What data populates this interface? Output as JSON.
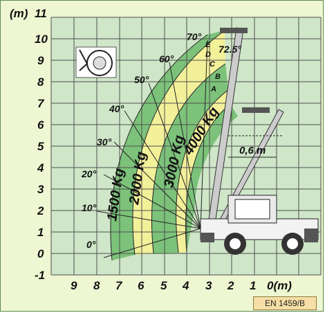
{
  "axis": {
    "y_unit": "(m)",
    "y_ticks": [
      "11",
      "10",
      "9",
      "8",
      "7",
      "6",
      "5",
      "4",
      "3",
      "2",
      "1",
      "0",
      "-1"
    ],
    "x_ticks": [
      "9",
      "8",
      "7",
      "6",
      "5",
      "4",
      "3",
      "2",
      "1",
      "0(m)"
    ]
  },
  "angles": [
    "0°",
    "10°",
    "20°",
    "30°",
    "40°",
    "50°",
    "60°",
    "70°",
    "72.5°"
  ],
  "extensions": [
    "A",
    "B",
    "C",
    "D",
    "E"
  ],
  "loads": [
    "1500 Kg",
    "2000 Kg",
    "3000 Kg",
    "4000 Kg"
  ],
  "dimension": "0,6 m",
  "norm": "EN 1459/B",
  "colors": {
    "green": "#7cc27a",
    "yellow": "#f3f09a",
    "grid_bg": "#cfe6c8",
    "frame_bg": "#eef6d2"
  },
  "icons": [
    "stabiliser-wheel-icon",
    "telehandler-machine"
  ]
}
